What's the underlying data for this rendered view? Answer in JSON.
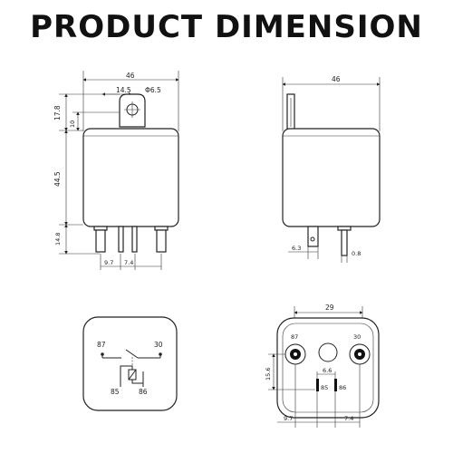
{
  "title": "PRODUCT DIMENSION",
  "front_view": {
    "width_label": "46",
    "pin_offset_label": "14.5",
    "hole_label": "Φ6.5",
    "top_height_label": "17.8",
    "tab_label": "10",
    "body_height_label": "44.5",
    "pin_height_label": "14.8",
    "pin_spacing_a": "9.7",
    "pin_spacing_b": "7.4"
  },
  "side_view": {
    "width_label": "46",
    "pin_width_label": "6.3",
    "pin_thickness_label": "0.8"
  },
  "schematic": {
    "terminal_87": "87",
    "terminal_30": "30",
    "terminal_85": "85",
    "terminal_86": "86"
  },
  "bottom_view": {
    "width_label": "29",
    "terminal_87": "87",
    "terminal_30": "30",
    "terminal_85": "85",
    "terminal_86": "86",
    "height_label": "15.6",
    "gap_label": "6.6",
    "spacing_a": "9.7",
    "spacing_b": "7.4"
  }
}
